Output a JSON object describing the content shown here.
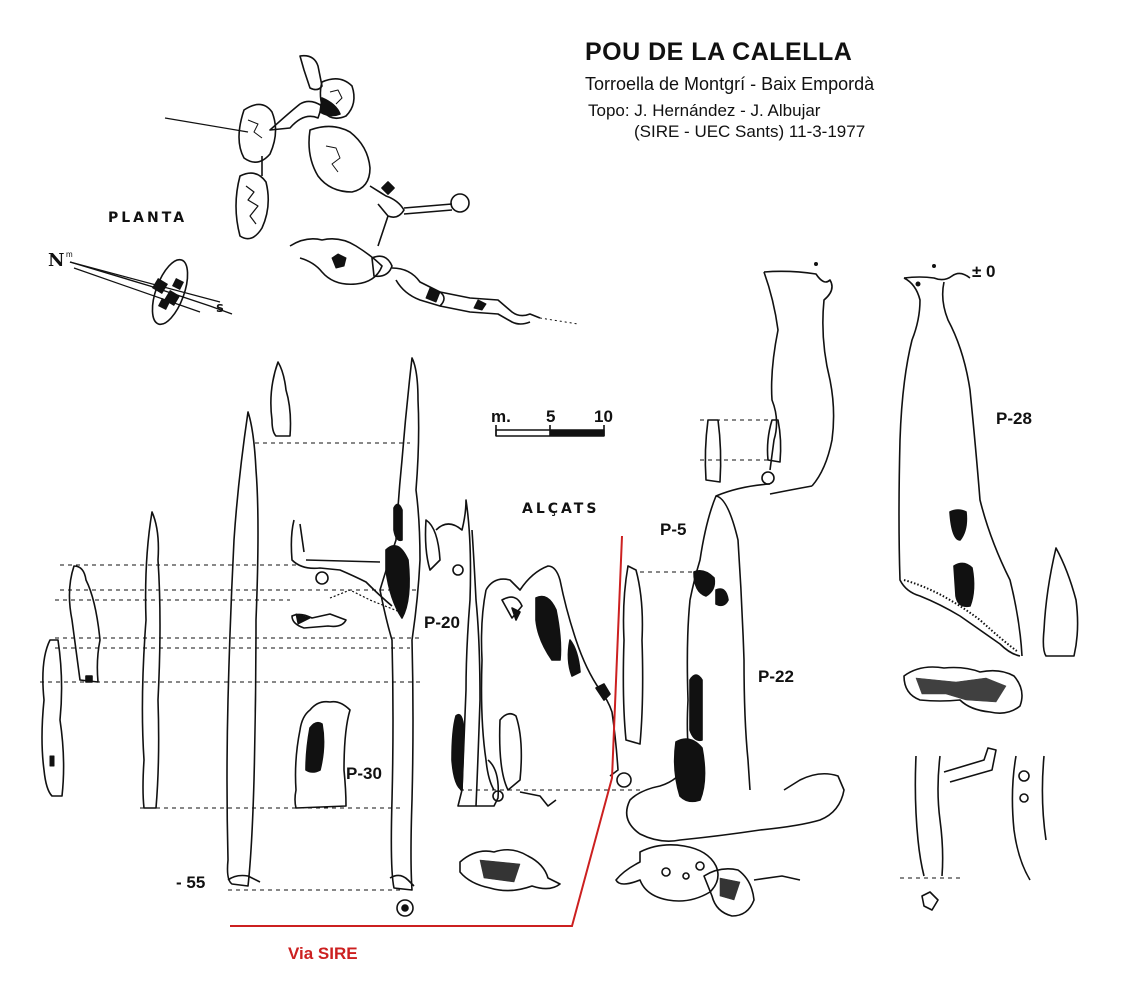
{
  "header": {
    "title": "POU DE LA CALELLA",
    "location": "Torroella de Montgrí - Baix Empordà",
    "topo": "Topo: J. Hernández - J. Albujar",
    "club_date": "(SIRE - UEC Sants) 11-3-1977"
  },
  "sections": {
    "plan": "PLANTA",
    "elevations": "ALÇATS"
  },
  "compass": {
    "north": "N",
    "north_small": "m",
    "south": "S"
  },
  "scale": {
    "unit": "m.",
    "mid": "5",
    "end": "10"
  },
  "pits": {
    "p5": "P-5",
    "p20": "P-20",
    "p22": "P-22",
    "p28": "P-28",
    "p30": "P-30"
  },
  "depths": {
    "bottom": "- 55",
    "top": "± 0"
  },
  "route": {
    "label": "Via SIRE",
    "color": "#cc2020"
  },
  "colors": {
    "ink": "#111111",
    "fill": "#111111",
    "route": "#cc2020"
  }
}
